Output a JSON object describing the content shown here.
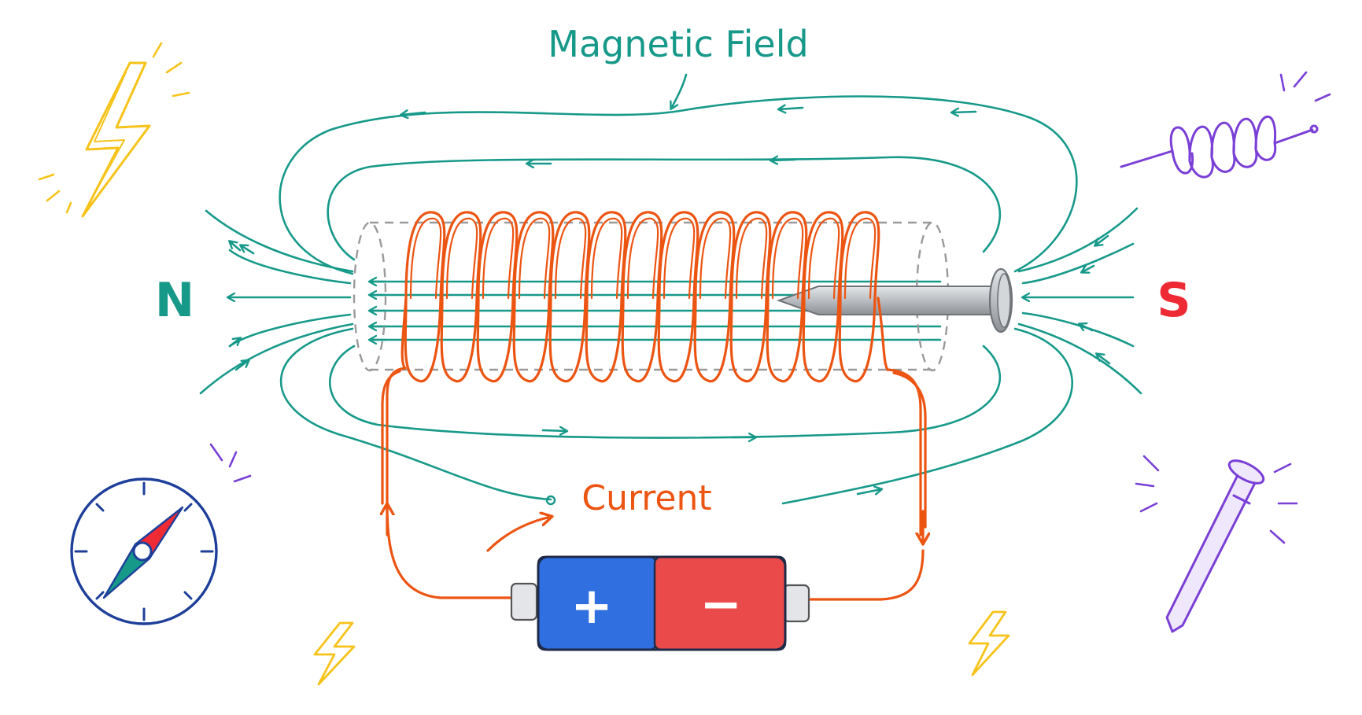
{
  "labels": {
    "magnetic_field": "Magnetic Field",
    "current": "Current",
    "north": "N",
    "south": "S",
    "positive": "+",
    "negative": "−"
  },
  "colors": {
    "field": "#17998a",
    "current": "#ec5412",
    "north": "#17998a",
    "south": "#ee2b35",
    "battery_positive": "#2f6fe0",
    "battery_negative": "#ea4a4a",
    "lightning": "#f6c31a",
    "accent": "#7a3fd6",
    "compass_ring": "#1d3f99",
    "nail": "#a9adb2"
  },
  "icons": [
    "lightning-bolt-icon",
    "coil-spring-icon",
    "compass-icon",
    "nail-icon",
    "small-lightning-icon",
    "battery-icon"
  ]
}
